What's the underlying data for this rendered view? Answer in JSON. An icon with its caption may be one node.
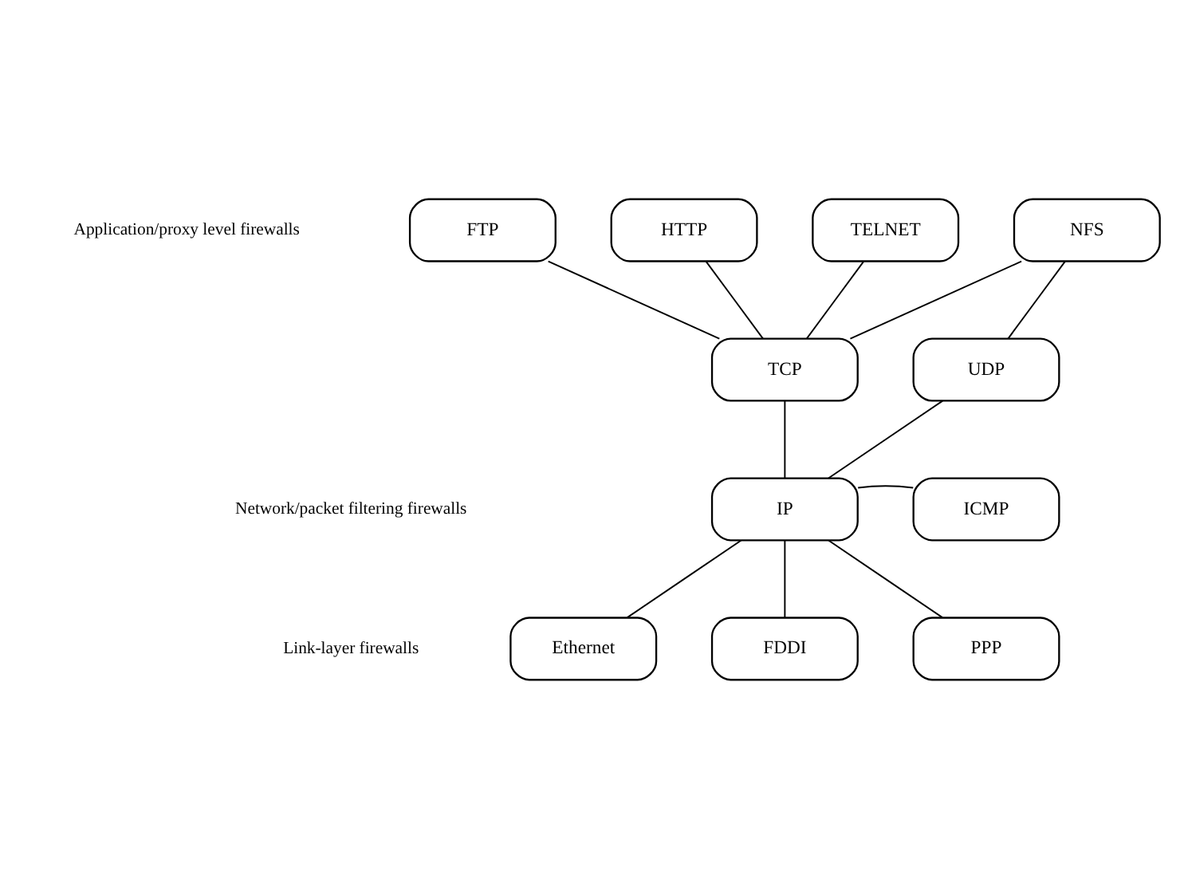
{
  "diagram": {
    "nodes": [
      {
        "text": [
          "FTP"
        ]
      },
      {
        "text": [
          "HTTP"
        ]
      },
      {
        "text": [
          "TELNET"
        ]
      },
      {
        "text": [
          "NFS"
        ]
      },
      {
        "text": [
          "TCP"
        ]
      },
      {
        "text": [
          "UDP"
        ]
      },
      {
        "text": [
          "IP"
        ]
      },
      {
        "text": [
          "ICMP"
        ]
      },
      {
        "text": [
          "Ethernet"
        ]
      },
      {
        "text": [
          "FDDI"
        ]
      },
      {
        "text": [
          "PPP"
        ]
      }
    ],
    "edges": [
      {
        "from": 0,
        "to": 4,
        "arrow": "none"
      },
      {
        "from": 1,
        "to": 4,
        "arrow": "none"
      },
      {
        "from": 2,
        "to": 4,
        "arrow": "none"
      },
      {
        "from": 3,
        "to": 4,
        "arrow": "none"
      },
      {
        "from": 3,
        "to": 5,
        "arrow": "none"
      },
      {
        "from": 4,
        "to": 6,
        "arrow": "none"
      },
      {
        "from": 5,
        "to": 6,
        "arrow": "none"
      },
      {
        "from": 6,
        "to": 7,
        "arrow": "none"
      },
      {
        "from": 6,
        "to": 8,
        "arrow": "none"
      },
      {
        "from": 6,
        "to": 9,
        "arrow": "none"
      },
      {
        "from": 6,
        "to": 10,
        "arrow": "none"
      }
    ],
    "labels": [
      "Application/proxy level firewalls",
      "Network/packet filtering firewalls",
      "Link-layer firewalls"
    ]
  }
}
